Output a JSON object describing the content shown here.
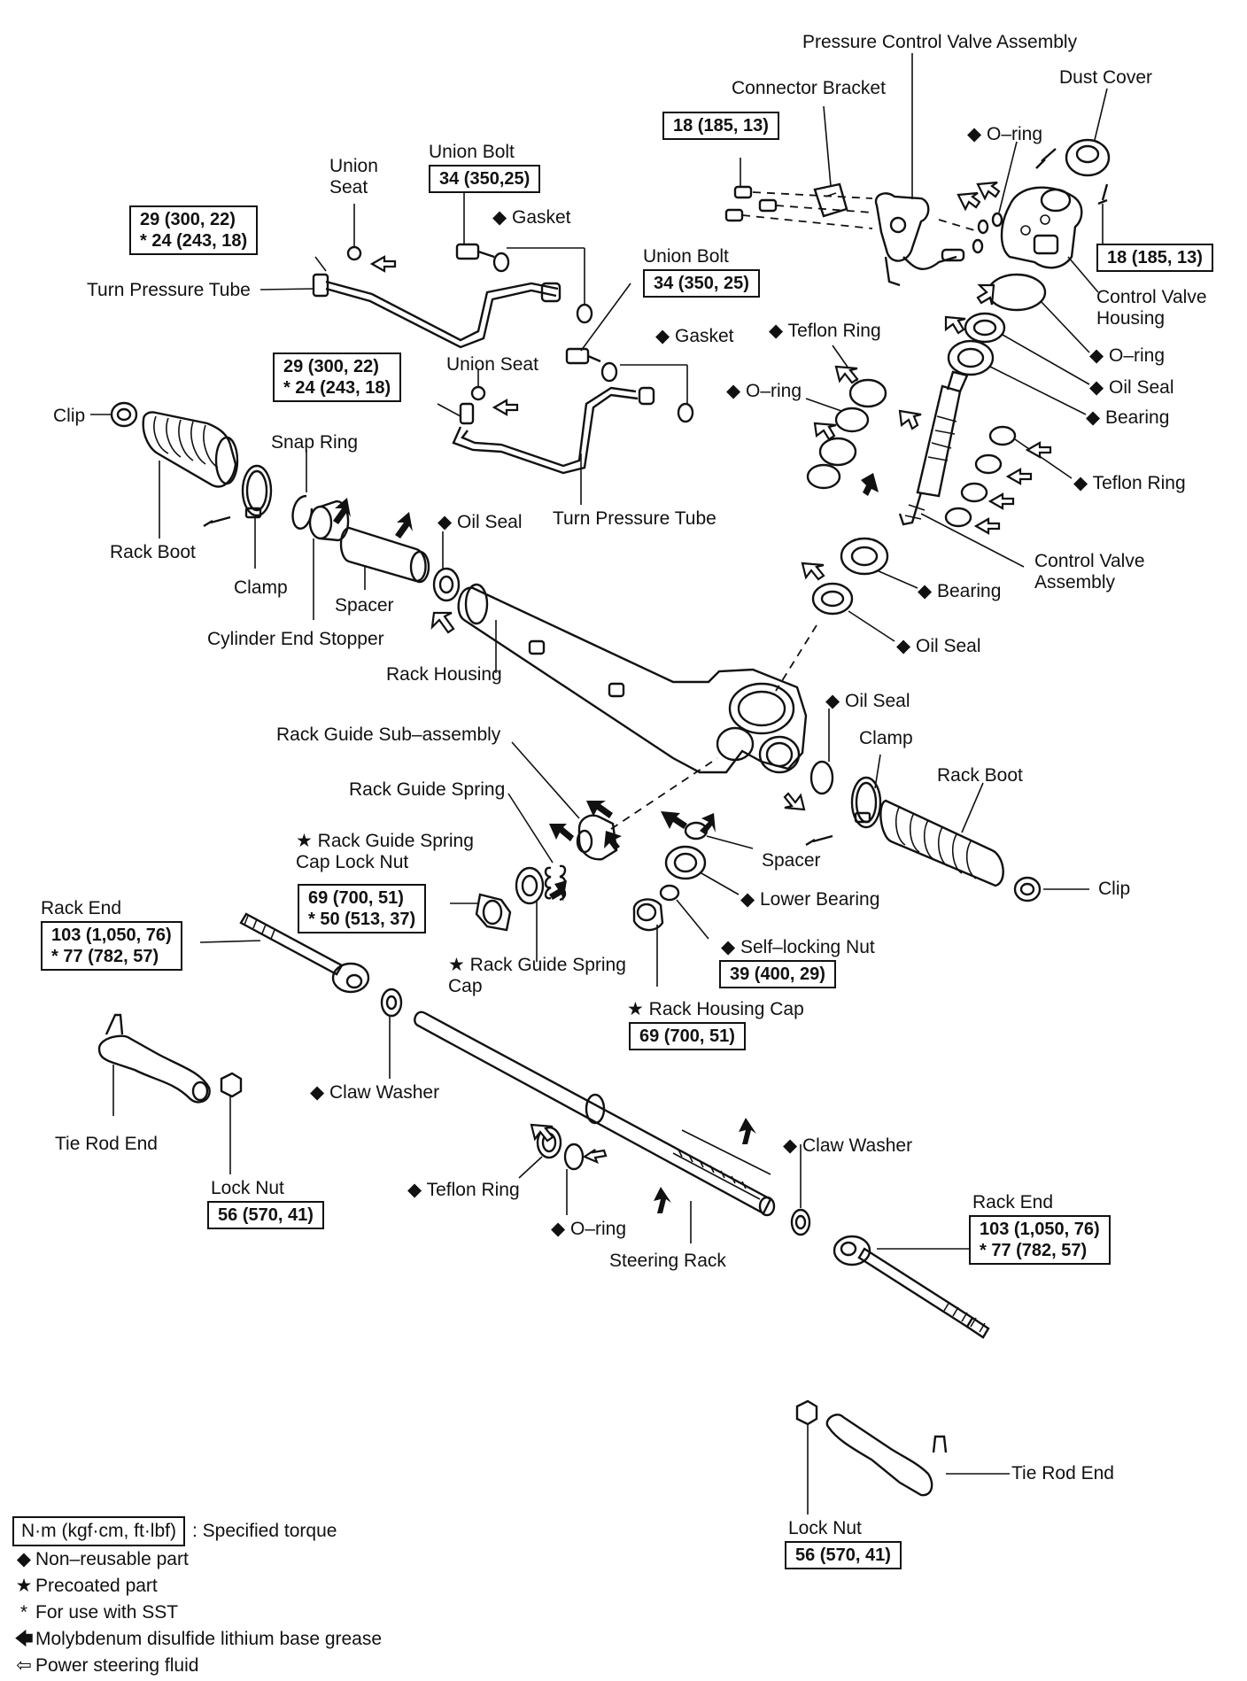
{
  "labels": {
    "pcva": "Pressure Control Valve Assembly",
    "connector_bracket": "Connector Bracket",
    "dust_cover": "Dust Cover",
    "oring_top": "◆ O–ring",
    "control_valve_housing": "Control Valve\nHousing",
    "oring_right": "◆ O–ring",
    "oil_seal_right": "◆ Oil Seal",
    "bearing_right": "◆ Bearing",
    "teflon_ring_right": "◆ Teflon Ring",
    "control_valve_assembly": "Control Valve\nAssembly",
    "bearing_mid": "◆ Bearing",
    "oil_seal_mid": "◆ Oil Seal",
    "teflon_ring_mid": "◆ Teflon Ring",
    "oring_mid": "◆ O–ring",
    "union_seat_top": "Union\nSeat",
    "union_bolt_top": "Union Bolt",
    "gasket_top": "◆ Gasket",
    "turn_pressure_tube_top": "Turn Pressure Tube",
    "union_bolt_mid": "Union Bolt",
    "gasket_mid": "◆ Gasket",
    "union_seat_mid": "Union Seat",
    "turn_pressure_tube_mid": "Turn Pressure Tube",
    "clip_left": "Clip",
    "snap_ring": "Snap Ring",
    "oil_seal_left": "◆ Oil Seal",
    "rack_boot_left": "Rack Boot",
    "clamp_left": "Clamp",
    "spacer_left": "Spacer",
    "cylinder_end_stopper": "Cylinder End Stopper",
    "rack_housing": "Rack Housing",
    "oil_seal_housing": "◆ Oil Seal",
    "clamp_right": "Clamp",
    "rack_boot_right": "Rack Boot",
    "rack_guide_sub": "Rack Guide Sub–assembly",
    "rack_guide_spring": "Rack Guide Spring",
    "rg_spring_cap_lock_nut": "★ Rack Guide Spring\nCap Lock Nut",
    "spacer_right": "Spacer",
    "clip_right": "Clip",
    "lower_bearing": "◆ Lower Bearing",
    "rack_end_left": "Rack End",
    "self_locking_nut": "◆ Self–locking Nut",
    "rg_spring_cap": "★ Rack Guide Spring\nCap",
    "rack_housing_cap": "★ Rack Housing Cap",
    "claw_washer_left": "◆ Claw Washer",
    "tie_rod_end_left": "Tie Rod End",
    "lock_nut_left": "Lock Nut",
    "claw_washer_right": "◆ Claw Washer",
    "teflon_ring_rack": "◆ Teflon Ring",
    "oring_rack": "◆ O–ring",
    "rack_end_right": "Rack End",
    "steering_rack": "Steering Rack",
    "tie_rod_end_right": "Tie Rod End",
    "lock_nut_right": "Lock Nut"
  },
  "torques": {
    "connector_bracket": "18 (185, 13)",
    "housing_bolt": "18 (185, 13)",
    "union_bolt_top": "34 (350,25)",
    "union_bolt_mid": "34 (350, 25)",
    "tube_top": "29 (300, 22)\n* 24 (243, 18)",
    "tube_mid": "29 (300, 22)\n* 24 (243, 18)",
    "lock_nut_cap": "69 (700, 51)\n* 50 (513, 37)",
    "rack_end_left": "103 (1,050, 76)\n* 77 (782, 57)",
    "self_locking_nut": "39 (400, 29)",
    "rack_housing_cap": "69 (700, 51)",
    "lock_nut_left": "56 (570, 41)",
    "rack_end_right": "103 (1,050, 76)\n* 77 (782, 57)",
    "lock_nut_right": "56 (570, 41)"
  },
  "legend": {
    "unit": "N·m (kgf·cm, ft·lbf)",
    "specified_torque": ": Specified torque",
    "non_reusable_symbol": "◆",
    "non_reusable": "Non–reusable part",
    "precoated_symbol": "★",
    "precoated": "Precoated part",
    "sst_symbol": "*",
    "sst": "For use with SST",
    "moly_symbol": "🡄",
    "moly": "Molybdenum disulfide lithium base grease",
    "psf_symbol": "⇦",
    "psf": "Power steering fluid"
  }
}
